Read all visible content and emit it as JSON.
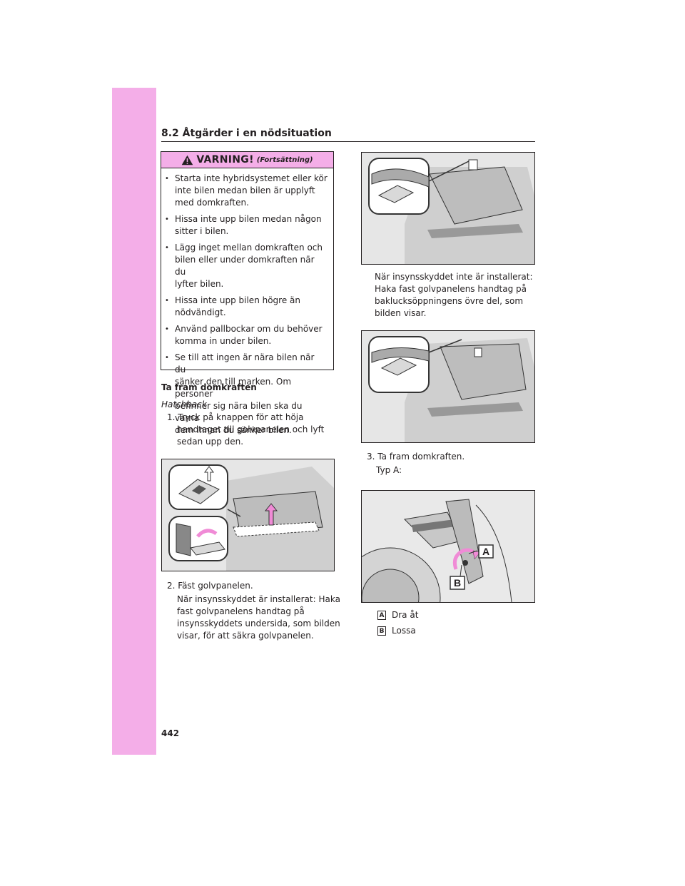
{
  "section": {
    "heading": "8.2 Åtgärder i en nödsituation"
  },
  "page_number": "442",
  "warning": {
    "title": "VARNING!",
    "subtitle": "(Fortsättning)",
    "items": [
      [
        "Starta inte hybridsystemet eller kör",
        "inte bilen medan bilen är upplyft",
        "med domkraften."
      ],
      [
        "Hissa inte upp bilen medan någon",
        "sitter i bilen."
      ],
      [
        "Lägg inget mellan domkraften och",
        "bilen eller under domkraften när du",
        "lyfter bilen."
      ],
      [
        "Hissa inte upp bilen högre än",
        "nödvändigt."
      ],
      [
        "Använd pallbockar om du behöver",
        "komma in under bilen."
      ],
      [
        "Se till att ingen är nära bilen när du",
        "sänker den till marken. Om personer",
        "befinner sig nära bilen ska du varna",
        "dem innan du sänker bilen."
      ]
    ]
  },
  "left": {
    "heading": "Ta fram domkraften",
    "variant": "Hatchback",
    "step1": [
      "1. Tryck på knappen för att höja",
      "handtaget till golvpanelen och lyft",
      "sedan upp den."
    ],
    "step2_title": "2. Fäst golvpanelen.",
    "step2_body": [
      "När insynsskyddet är installerat: Haka",
      "fast golvpanelens handtag på",
      "insynsskyddets undersida, som bilden",
      "visar, för att säkra golvpanelen."
    ]
  },
  "right": {
    "para": [
      "När insynsskyddet inte är installerat:",
      "Haka fast golvpanelens handtag på",
      "baklucksöppningens övre del, som",
      "bilden visar."
    ],
    "step3_title": "3. Ta fram domkraften.",
    "step3_type": "Typ A:",
    "callout_a": "A",
    "callout_b": "B",
    "legend": [
      {
        "key": "A",
        "text": "Dra åt"
      },
      {
        "key": "B",
        "text": "Lossa"
      }
    ]
  },
  "colors": {
    "accent": "#f4aee8",
    "ink": "#231f20"
  },
  "icons": {
    "warning": "warning-triangle-icon"
  }
}
